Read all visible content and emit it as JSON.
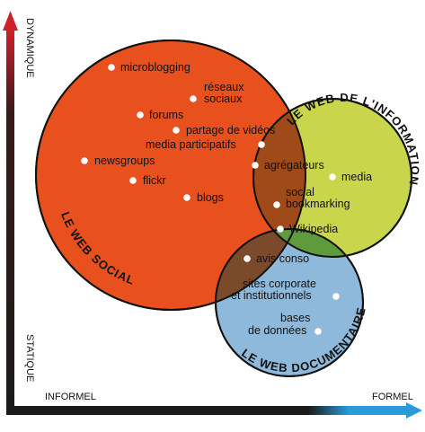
{
  "axes": {
    "y_top": "DYNAMIQUE",
    "y_bottom": "STATIQUE",
    "x_left": "INFORMEL",
    "x_right": "FORMEL"
  },
  "colors": {
    "social": "#e8501d",
    "information": "#c9d54a",
    "documentaire": "#8fb9db",
    "overlap_social_info": "#a04a1a",
    "overlap_social_doc": "#7a4a2a",
    "overlap_info_doc": "#5f9a3c",
    "axis_dark": "#1a1a1a",
    "axis_red": "#d0202a",
    "axis_blue": "#2a9ad8"
  },
  "circles": {
    "social": "LE WEB SOCIAL",
    "information": "LE WEB DE L'INFORMATION",
    "documentaire": "LE WEB DOCUMENTAIRE"
  },
  "items": {
    "microblogging": "microblogging",
    "reseaux_1": "réseaux",
    "reseaux_2": "sociaux",
    "forums": "forums",
    "partage_videos": "partage de vidéos",
    "media_participatifs": "media participatifs",
    "newsgroups": "newsgroups",
    "agregateurs": "agrégateurs",
    "media": "media",
    "flickr": "flickr",
    "blogs": "blogs",
    "social_bookmarking_1": "social",
    "social_bookmarking_2": "bookmarking",
    "wikipedia": "Wikipedia",
    "avis_conso": "avis conso",
    "sites_corporate_1": "sites corporate",
    "sites_corporate_2": "et institutionnels",
    "bases_1": "bases",
    "bases_2": "de données"
  }
}
